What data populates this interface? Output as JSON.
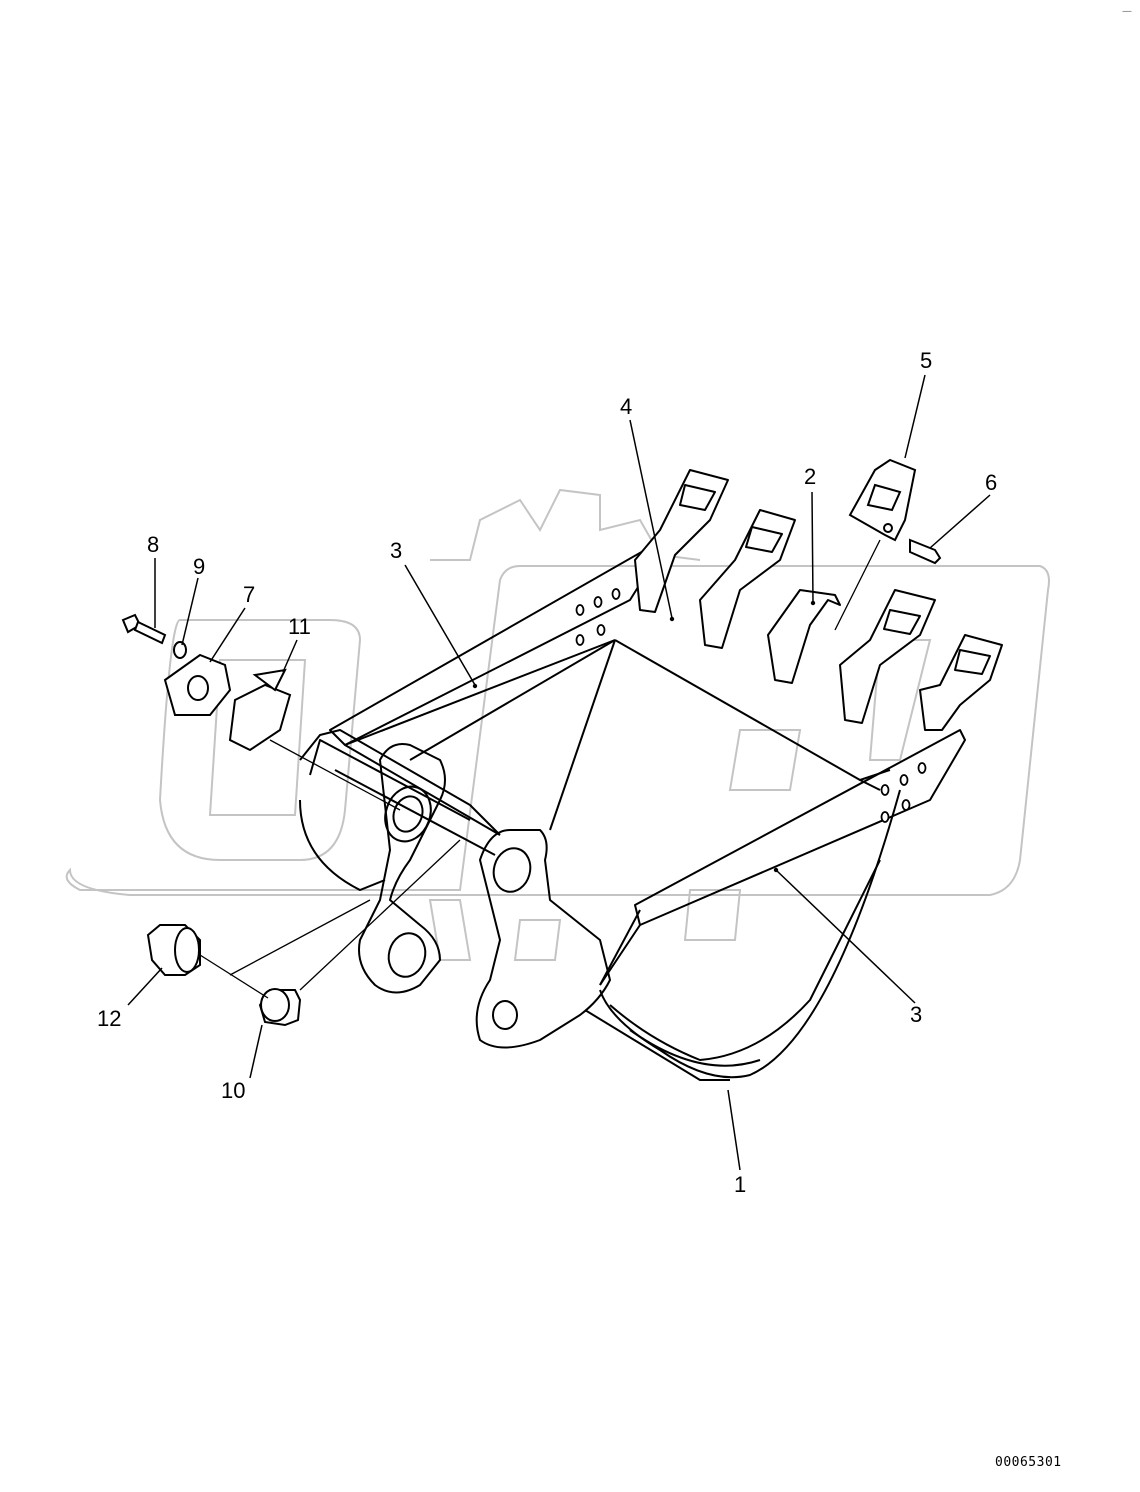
{
  "callouts": {
    "p1": "1",
    "p2": "2",
    "p3a": "3",
    "p3b": "3",
    "p4": "4",
    "p5": "5",
    "p6": "6",
    "p7": "7",
    "p8": "8",
    "p9": "9",
    "p10": "10",
    "p11": "11",
    "p12": "12"
  },
  "doc_id": "00065301",
  "corner_mark": "—",
  "colors": {
    "line": "#000000",
    "watermark": "#bdbdbd",
    "background": "#ffffff"
  }
}
